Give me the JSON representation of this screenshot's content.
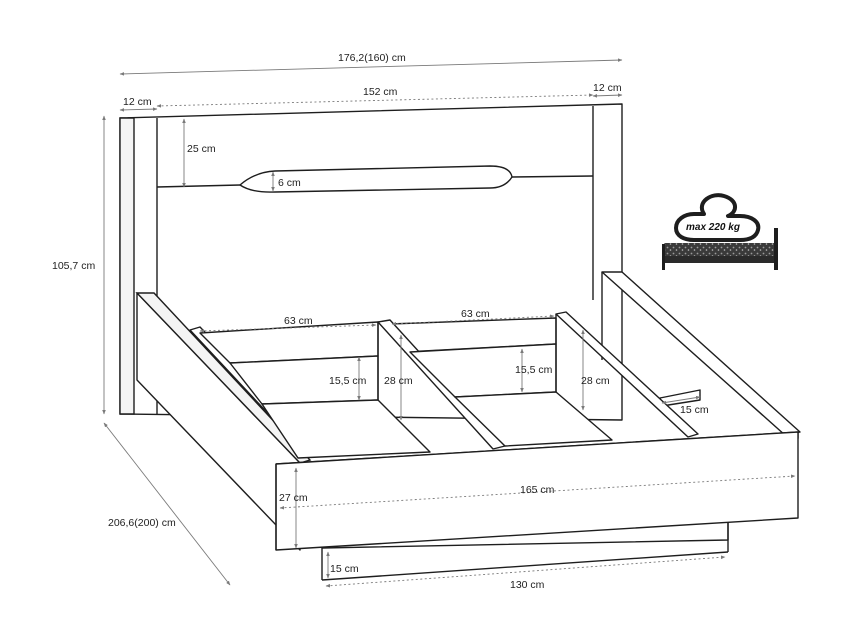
{
  "dimensions": {
    "total_width": "176,2(160) cm",
    "headboard_inner_width": "152 cm",
    "left_post_width": "12 cm",
    "right_post_width": "12 cm",
    "headboard_top_band": "25 cm",
    "slot_height": "6 cm",
    "total_height": "105,7 cm",
    "total_length": "206,6(200) cm",
    "left_compartment_width": "63 cm",
    "right_compartment_width": "63 cm",
    "left_rail_height": "15,5 cm",
    "left_compartment_depth": "28 cm",
    "right_rail_height": "15,5 cm",
    "right_compartment_depth": "28 cm",
    "side_ledge": "15 cm",
    "frame_height": "27 cm",
    "frame_length": "165 cm",
    "base_height": "15 cm",
    "base_length": "130 cm"
  },
  "load_badge": {
    "text": "max 220 kg",
    "icon": "weight-icon"
  }
}
